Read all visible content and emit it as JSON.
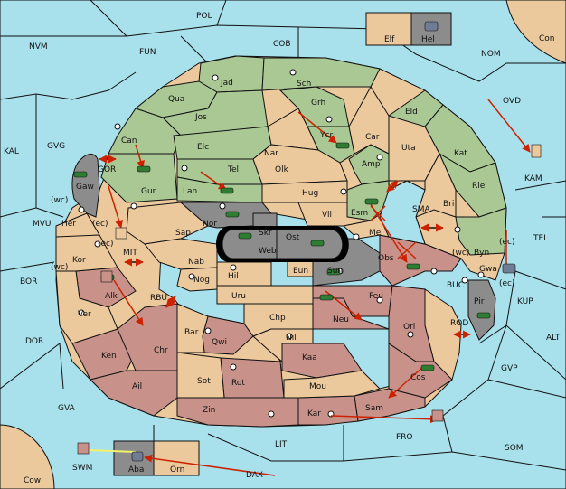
{
  "colors": {
    "sea": "#a8e0ec",
    "neutral": "#ecc99c",
    "green": "#a9c894",
    "red": "#c8928a",
    "grey": "#8c8c8c",
    "black": "#000000",
    "arrow": "#cc2200",
    "convoy": "#f2f26a",
    "army": "#2e7d32",
    "fleet": "#6f7c93"
  },
  "labels": {
    "POL": "POL",
    "COB": "COB",
    "FUN": "FUN",
    "NVM": "NVM",
    "NOM": "NOM",
    "Con": "Con",
    "Elf": "Elf",
    "Hel": "Hel",
    "OVD": "OVD",
    "KAL": "KAL",
    "GVG": "GVG",
    "KAM": "KAM",
    "Jad": "Jad",
    "Sch": "Sch",
    "Qua": "Qua",
    "Jos": "Jos",
    "Grh": "Grh",
    "Eld": "Eld",
    "Can": "Can",
    "Ycr": "Ycr",
    "Car": "Car",
    "Elc": "Elc",
    "Nar": "Nar",
    "Uta": "Uta",
    "Kat": "Kat",
    "GOR": "GOR",
    "Tel": "Tel",
    "Olk": "Olk",
    "Amp": "Amp",
    "Gaw": "Gaw",
    "Gur": "Gur",
    "Lan": "Lan",
    "Hug": "Hug",
    "Rie": "Rie",
    "Bri": "Bri",
    "wc1": "(wc)",
    "ec1": "(ec)",
    "Her": "Her",
    "MVU": "MVU",
    "Nor": "Nor",
    "Esm": "Esm",
    "Vil": "Vil",
    "SMA": "SMA",
    "Sap": "Sap",
    "Skr": "Skr",
    "Ost": "Ost",
    "Web": "Web",
    "Mel": "Mel",
    "TEI": "TEI",
    "MIT": "MIT",
    "ec2": "(ec)",
    "Kor": "Kor",
    "Nab": "Nab",
    "Eun": "Eun",
    "Obs": "Obs",
    "wc2": "(wc)",
    "Byn": "Byn",
    "ec3": "(ec)",
    "wc3": "(wc)",
    "Sun": "Sun",
    "Gwa": "Gwa",
    "ec4": "(ec)",
    "BOR": "BOR",
    "Hil": "Hil",
    "Nog": "Nog",
    "Alk": "Alk",
    "RBU": "RBU",
    "Uru": "Uru",
    "Feu": "Feu",
    "BUC": "BUC",
    "Pir": "Pir",
    "KUP": "KUP",
    "Ver": "Ver",
    "Chp": "Chp",
    "Neu": "Neu",
    "Orl": "Orl",
    "ROD": "ROD",
    "Bar": "Bar",
    "Qwi": "Qwi",
    "Nil": "Nil",
    "DOR": "DOR",
    "Ken": "Ken",
    "Chr": "Chr",
    "ALT": "ALT",
    "Kaa": "Kaa",
    "GVP": "GVP",
    "Ail": "Ail",
    "Sot": "Sot",
    "Rot": "Rot",
    "Mou": "Mou",
    "Cos": "Cos",
    "GVA": "GVA",
    "Zin": "Zin",
    "Kar": "Kar",
    "Sam": "Sam",
    "FRO": "FRO",
    "LIT": "LIT",
    "SOM": "SOM",
    "SWM": "SWM",
    "Aba": "Aba",
    "Orn": "Orn",
    "DAX": "DAX",
    "Cow": "Cow"
  }
}
